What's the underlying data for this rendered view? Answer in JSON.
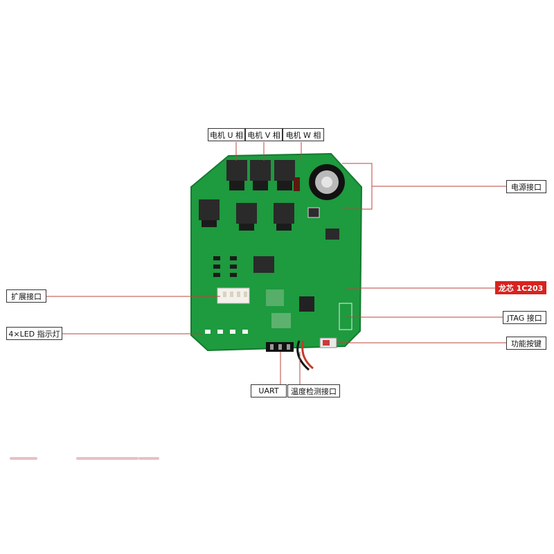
{
  "labels": {
    "motor_u": "电机 U 相",
    "motor_v": "电机 V 相",
    "motor_w": "电机 W 相",
    "power": "电源接口",
    "mcu": "龙芯 1C203",
    "expansion": "扩展接口",
    "led": "4×LED 指示灯",
    "jtag": "JTAG 接口",
    "button": "功能按键",
    "uart": "UART",
    "temp": "温度检测接口"
  },
  "colors": {
    "pcb": "#1e9a3f",
    "pcb_edge": "#157a30",
    "leader": "#b8453e",
    "accent": "#d8231f"
  }
}
